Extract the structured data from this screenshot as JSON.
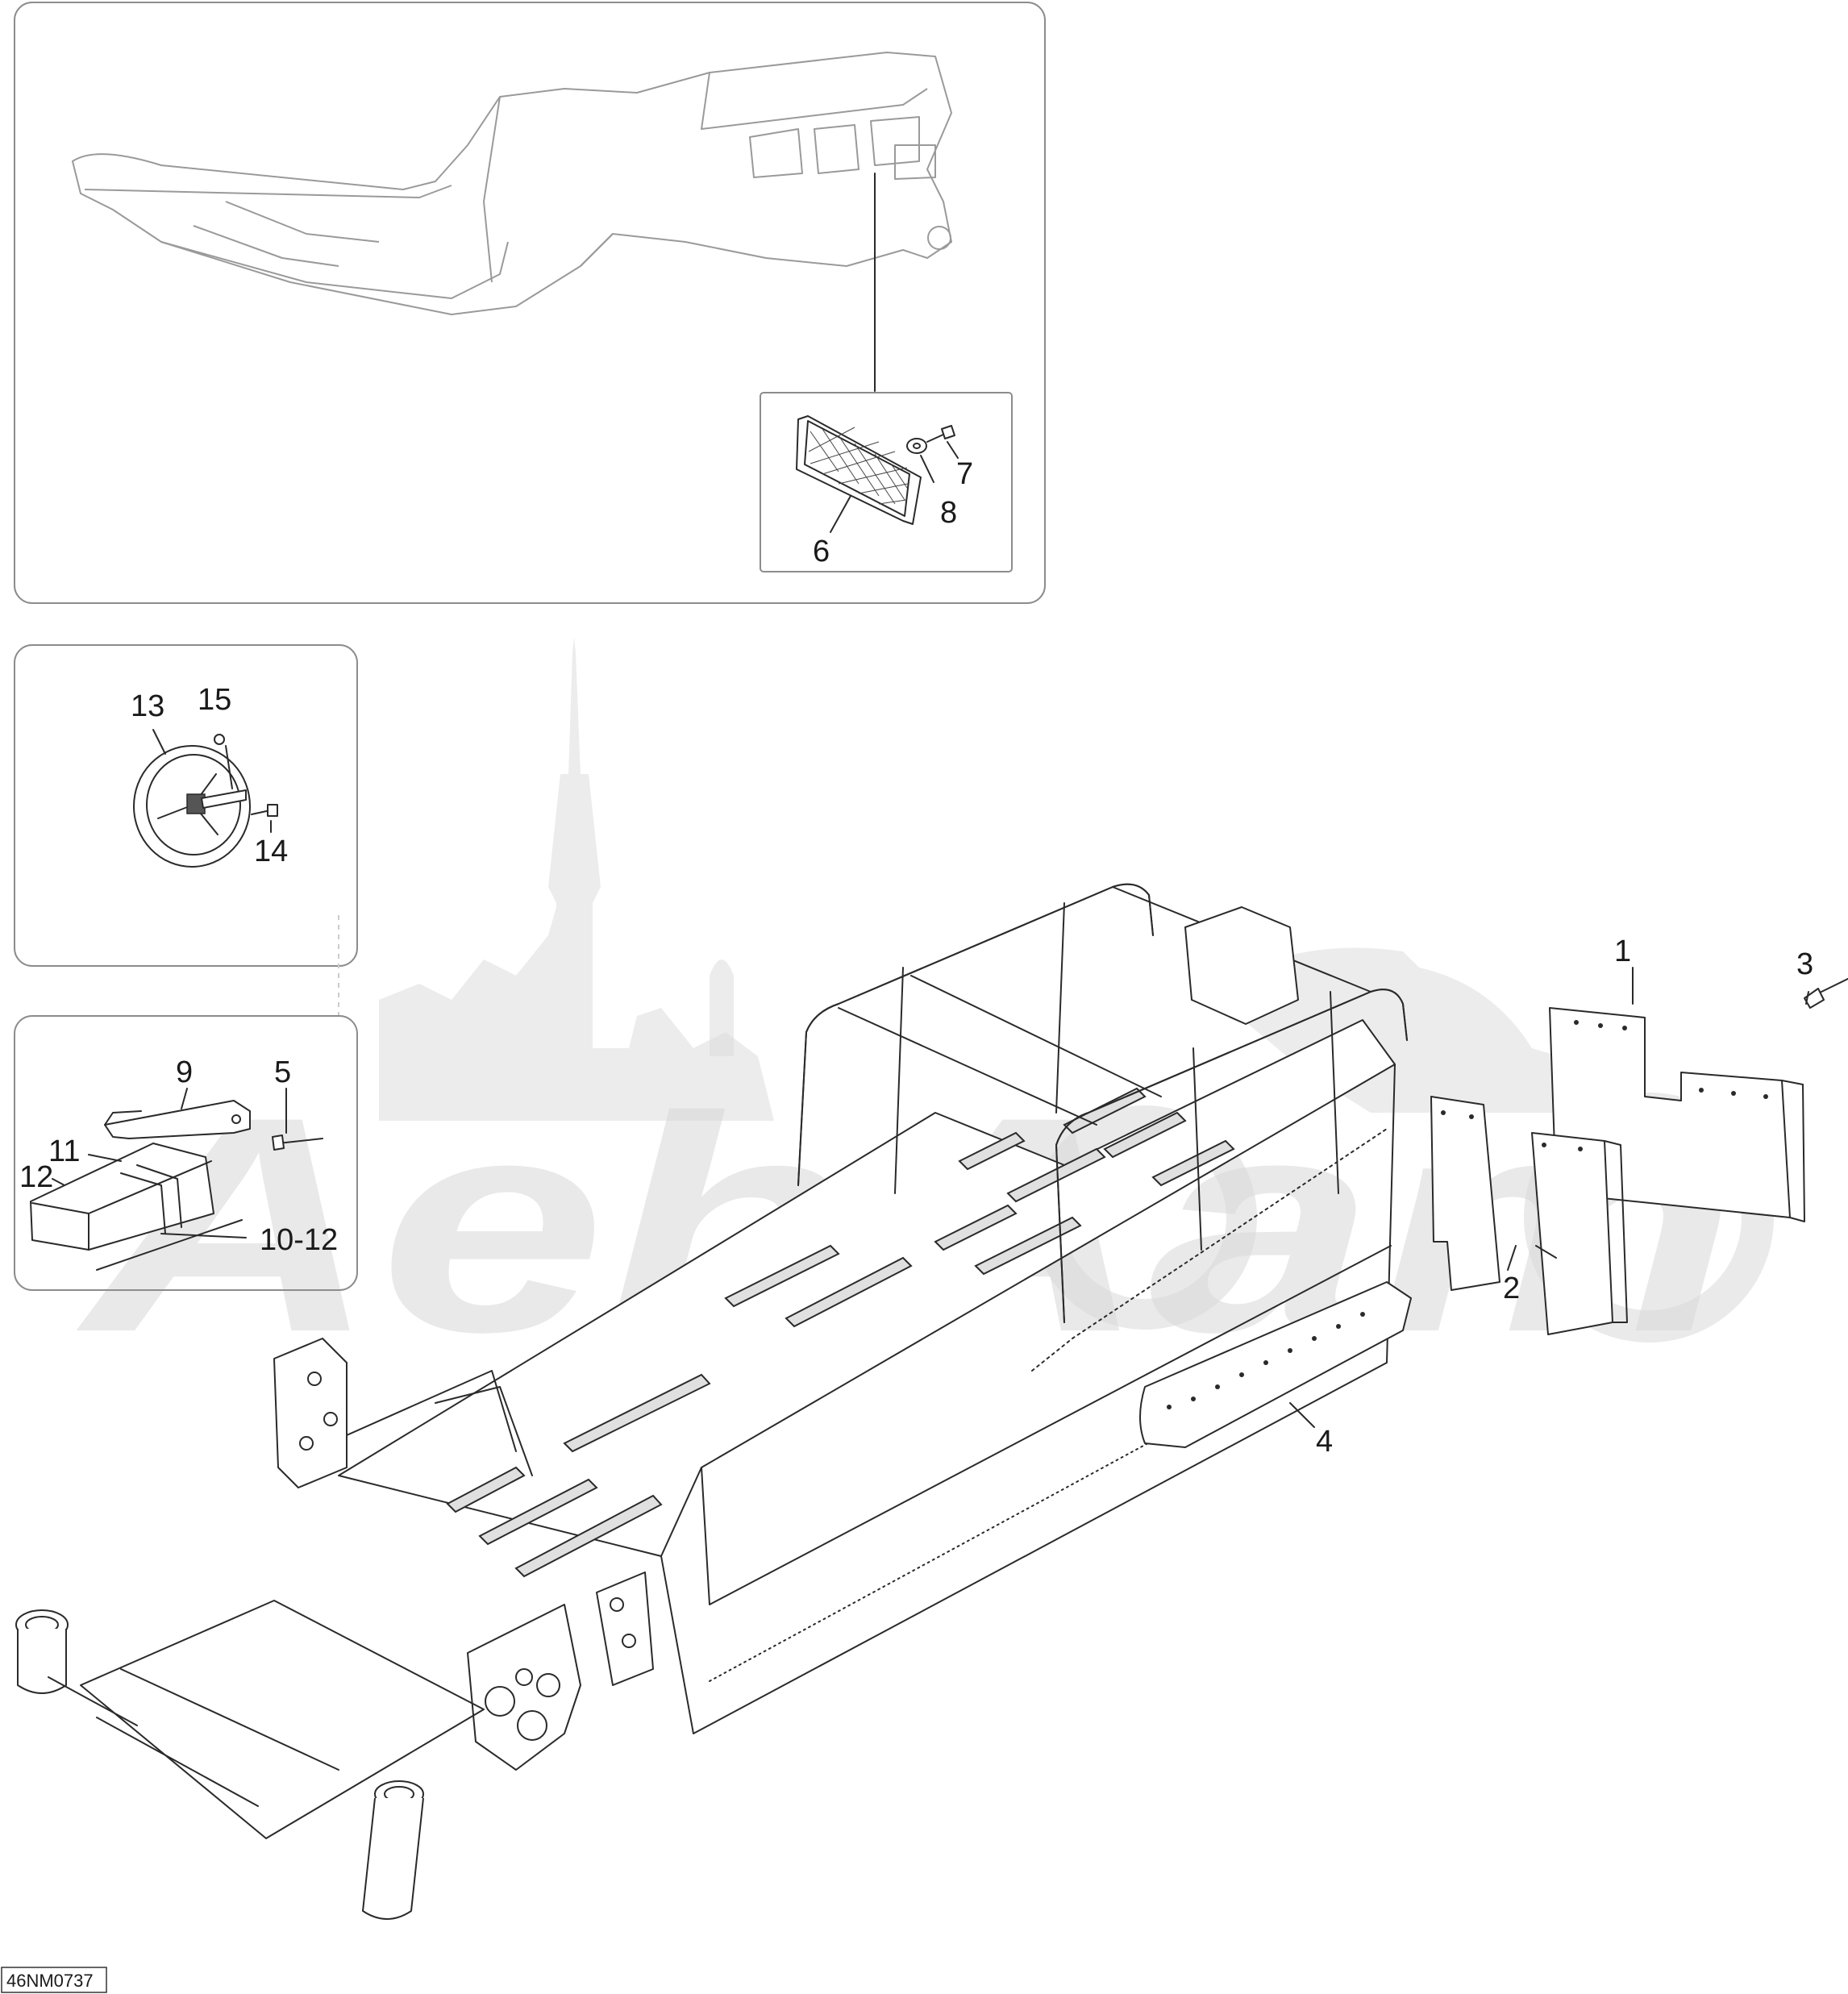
{
  "diagram": {
    "code": "46NM0737",
    "callouts": [
      "1",
      "2",
      "3",
      "4",
      "5",
      "6",
      "7",
      "8",
      "9",
      "10-12",
      "11",
      "12",
      "13",
      "14",
      "15"
    ]
  },
  "watermark": {
    "text": "AehAam"
  }
}
